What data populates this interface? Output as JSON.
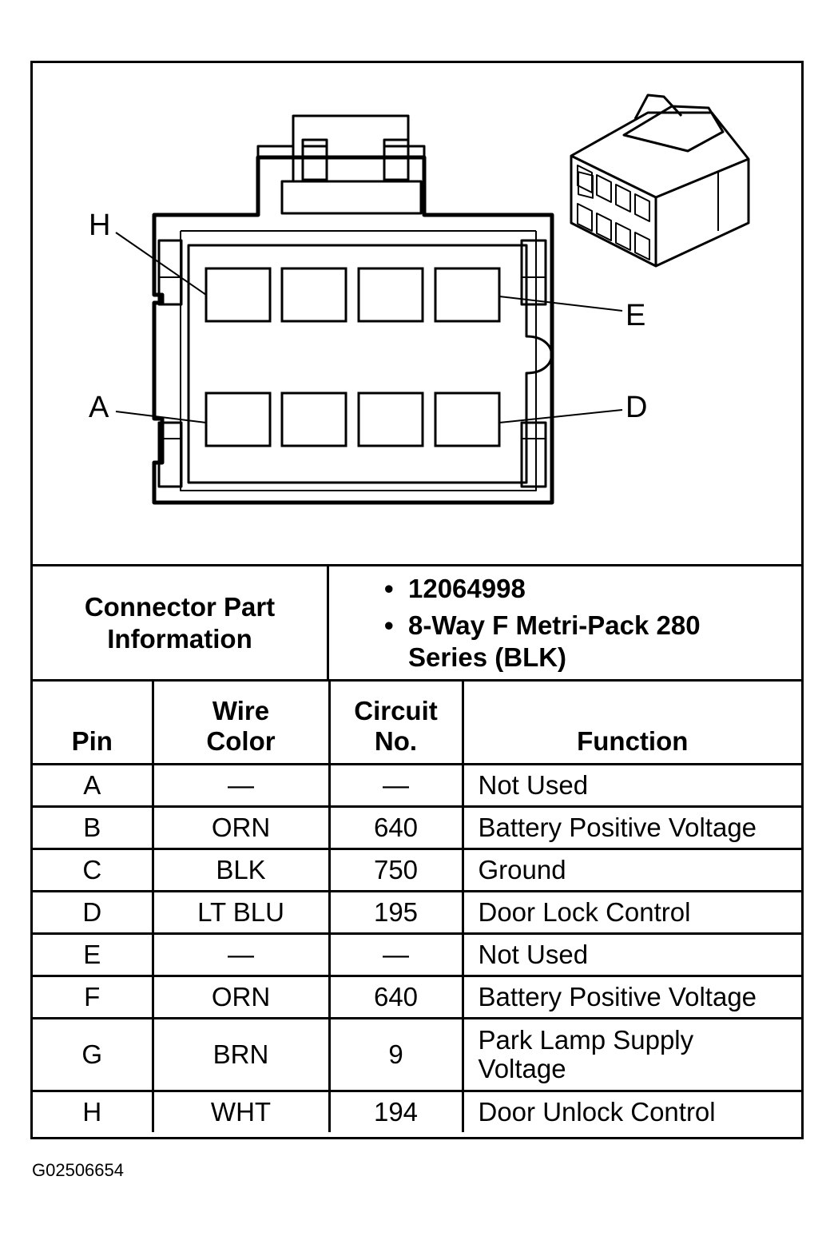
{
  "callouts": [
    "H",
    "E",
    "A",
    "D"
  ],
  "connector_info": {
    "label": "Connector Part Information",
    "items": [
      "12064998",
      "8-Way F Metri-Pack 280 Series (BLK)"
    ]
  },
  "table": {
    "headers": {
      "pin": "Pin",
      "wire_color": "Wire Color",
      "circuit_no": "Circuit No.",
      "function": "Function"
    },
    "rows": [
      {
        "pin": "A",
        "wire_color": "—",
        "circuit": "—",
        "function": "Not Used"
      },
      {
        "pin": "B",
        "wire_color": "ORN",
        "circuit": "640",
        "function": "Battery Positive Voltage"
      },
      {
        "pin": "C",
        "wire_color": "BLK",
        "circuit": "750",
        "function": "Ground"
      },
      {
        "pin": "D",
        "wire_color": "LT BLU",
        "circuit": "195",
        "function": "Door Lock Control"
      },
      {
        "pin": "E",
        "wire_color": "—",
        "circuit": "—",
        "function": "Not Used"
      },
      {
        "pin": "F",
        "wire_color": "ORN",
        "circuit": "640",
        "function": "Battery Positive Voltage"
      },
      {
        "pin": "G",
        "wire_color": "BRN",
        "circuit": "9",
        "function": "Park Lamp Supply Voltage"
      },
      {
        "pin": "H",
        "wire_color": "WHT",
        "circuit": "194",
        "function": "Door Unlock Control"
      }
    ]
  },
  "figure_code": "G02506654"
}
